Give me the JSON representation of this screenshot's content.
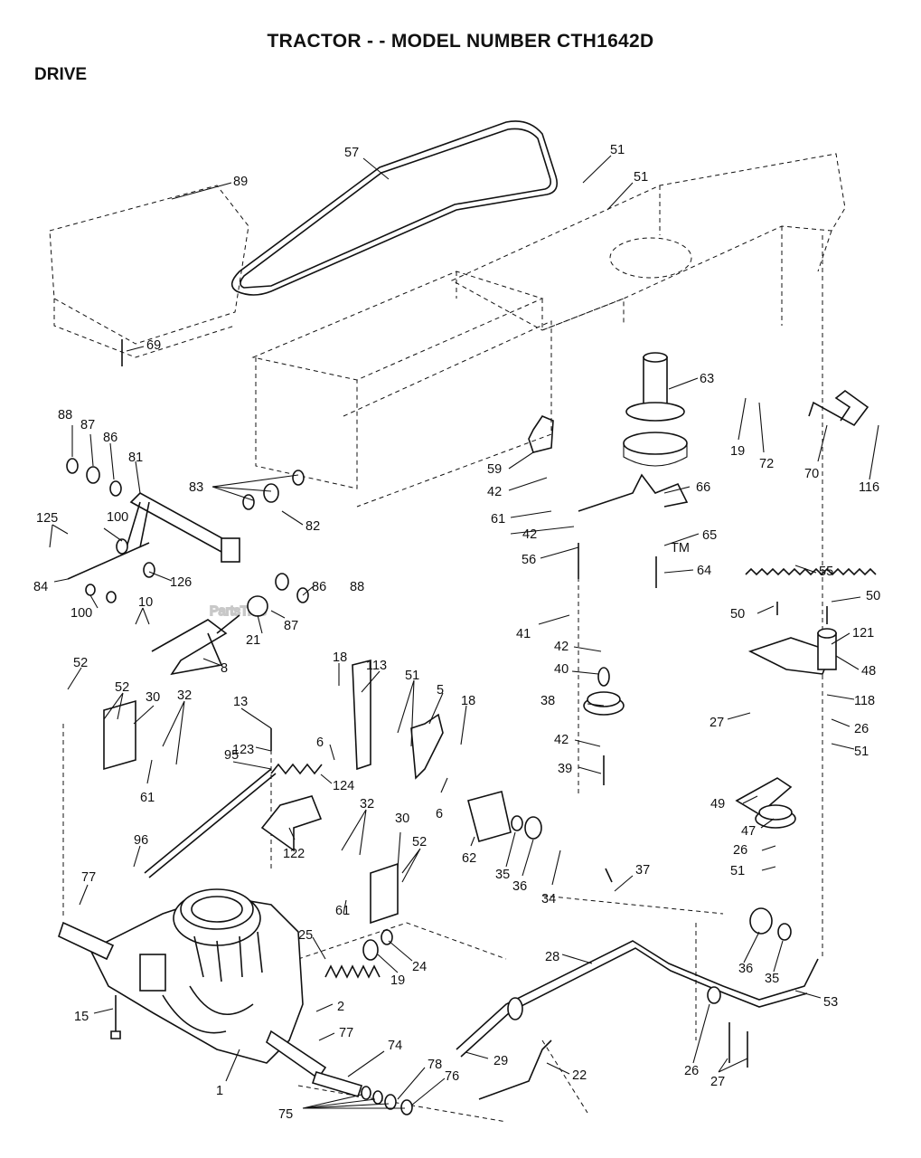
{
  "title": "TRACTOR - - MODEL NUMBER CTH1642D",
  "section": "DRIVE",
  "watermark": "PartsTree",
  "trademark": "TM",
  "callouts": [
    "57",
    "51",
    "51",
    "89",
    "69",
    "63",
    "19",
    "72",
    "70",
    "116",
    "88",
    "87",
    "86",
    "81",
    "83",
    "82",
    "59",
    "42",
    "66",
    "61",
    "42",
    "65",
    "56",
    "64",
    "125",
    "100",
    "84",
    "100",
    "126",
    "86",
    "88",
    "87",
    "21",
    "55",
    "10",
    "8",
    "50",
    "50",
    "41",
    "121",
    "42",
    "48",
    "40",
    "52",
    "18",
    "113",
    "51",
    "5",
    "18",
    "52",
    "30",
    "32",
    "38",
    "27",
    "118",
    "26",
    "51",
    "42",
    "13",
    "123",
    "6",
    "39",
    "61",
    "95",
    "124",
    "49",
    "47",
    "6",
    "26",
    "51",
    "32",
    "30",
    "122",
    "52",
    "96",
    "62",
    "35",
    "36",
    "34",
    "37",
    "77",
    "61",
    "25",
    "24",
    "19",
    "28",
    "36",
    "35",
    "15",
    "2",
    "53",
    "77",
    "29",
    "74",
    "26",
    "27",
    "78",
    "76",
    "22",
    "1",
    "75"
  ]
}
